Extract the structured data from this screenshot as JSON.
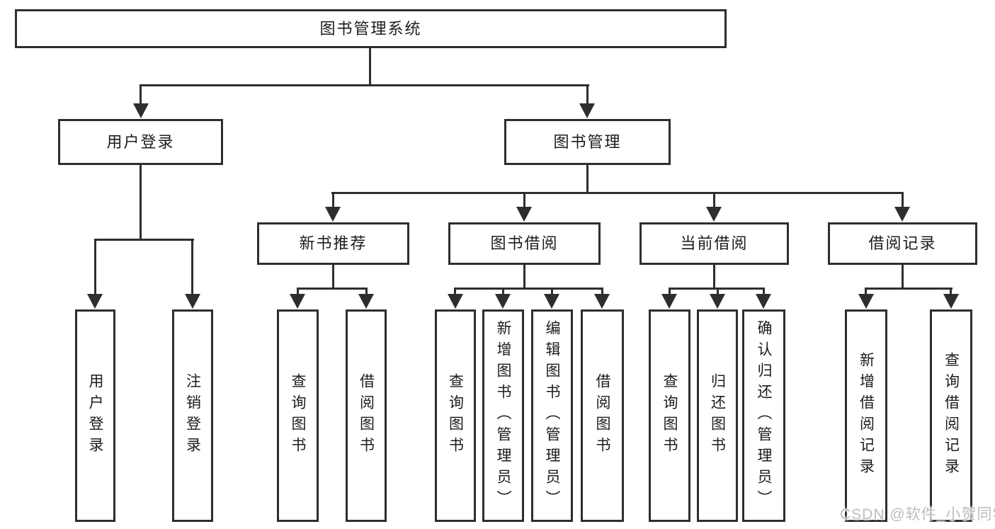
{
  "root": {
    "label": "图书管理系统"
  },
  "branches": {
    "login": {
      "label": "用户登录",
      "children": [
        "用户登录",
        "注销登录"
      ]
    },
    "management": {
      "label": "图书管理",
      "sections": [
        {
          "label": "新书推荐",
          "children": [
            "查询图书",
            "借阅图书"
          ]
        },
        {
          "label": "图书借阅",
          "children": [
            "查询图书",
            "新增图书（管理员）",
            "编辑图书（管理员）",
            "借阅图书"
          ]
        },
        {
          "label": "当前借阅",
          "children": [
            "查询图书",
            "归还图书",
            "确认归还（管理员）"
          ]
        },
        {
          "label": "借阅记录",
          "children": [
            "新增借阅记录",
            "查询借阅记录"
          ]
        }
      ]
    }
  },
  "watermark": "CSDN @软件_小贺同学",
  "colors": {
    "line": "#2e2e2e",
    "text": "#1c1c1c",
    "background": "#ffffff",
    "watermark": "#bcbcbc"
  }
}
